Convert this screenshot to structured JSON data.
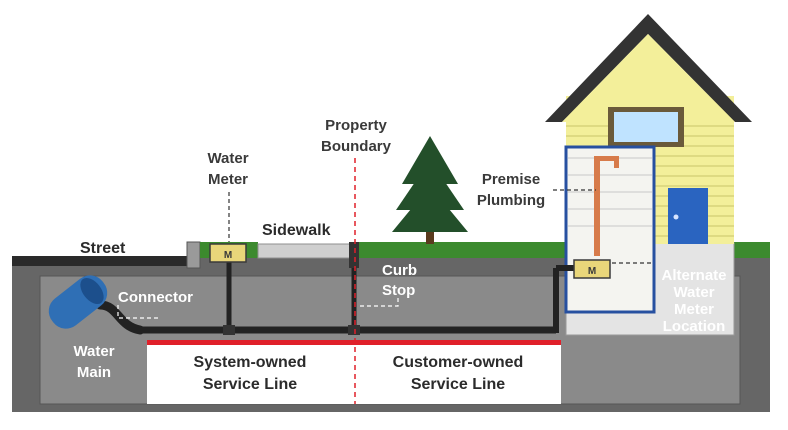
{
  "labels": {
    "street": "Street",
    "sidewalk": "Sidewalk",
    "water_meter": [
      "Water",
      "Meter"
    ],
    "property_boundary": [
      "Property",
      "Boundary"
    ],
    "premise_plumbing": [
      "Premise",
      "Plumbing"
    ],
    "curb_stop": [
      "Curb",
      "Stop"
    ],
    "connector": "Connector",
    "water_main": [
      "Water",
      "Main"
    ],
    "alternate_meter": [
      "Alternate",
      "Water",
      "Meter",
      "Location"
    ],
    "system_owned": [
      "System-owned",
      "Service Line"
    ],
    "customer_owned": [
      "Customer-owned",
      "Service Line"
    ],
    "meter_mark": "M"
  },
  "colors": {
    "ground": "#666666",
    "ground_dark": "#4a4a4a",
    "cavity": "#8a8a8a",
    "grass": "#3c8a2e",
    "pipe": "#222222",
    "water_main": "#2f6fb5",
    "house_siding": "#f3ef9a",
    "roof": "#333333",
    "door": "#2a64c0",
    "meter": "#e9d67a",
    "copper": "#d77b4a",
    "boundary_red": "#e0202a",
    "tree": "#234f2a"
  }
}
